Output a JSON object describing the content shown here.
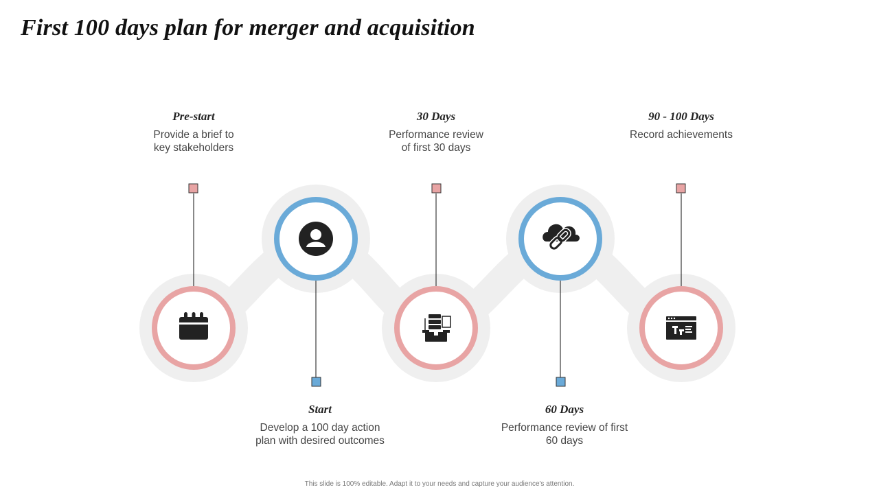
{
  "title": "First 100 days plan for merger and acquisition",
  "colors": {
    "pink": "#e8a4a4",
    "blue": "#6aaad8",
    "halo": "#efefef",
    "connector": "#111111",
    "icon": "#222222"
  },
  "stages": [
    {
      "heading": "Pre-start",
      "description": "Provide a brief to\nkey stakeholders",
      "icon": "calendar-icon",
      "ring_color": "pink"
    },
    {
      "heading": "Start",
      "description": "Develop a 100 day action\nplan with desired outcomes",
      "icon": "user-icon",
      "ring_color": "blue"
    },
    {
      "heading": "30 Days",
      "description": "Performance review\nof first 30 days",
      "icon": "server-box-icon",
      "ring_color": "pink"
    },
    {
      "heading": "60 Days",
      "description": "Performance review of first\n60 days",
      "icon": "cloud-link-icon",
      "ring_color": "blue"
    },
    {
      "heading": "90 - 100 Days",
      "description": "Record achievements",
      "icon": "browser-code-icon",
      "ring_color": "pink"
    }
  ],
  "footer": "This slide is 100% editable. Adapt it to your needs and capture your audience's attention."
}
